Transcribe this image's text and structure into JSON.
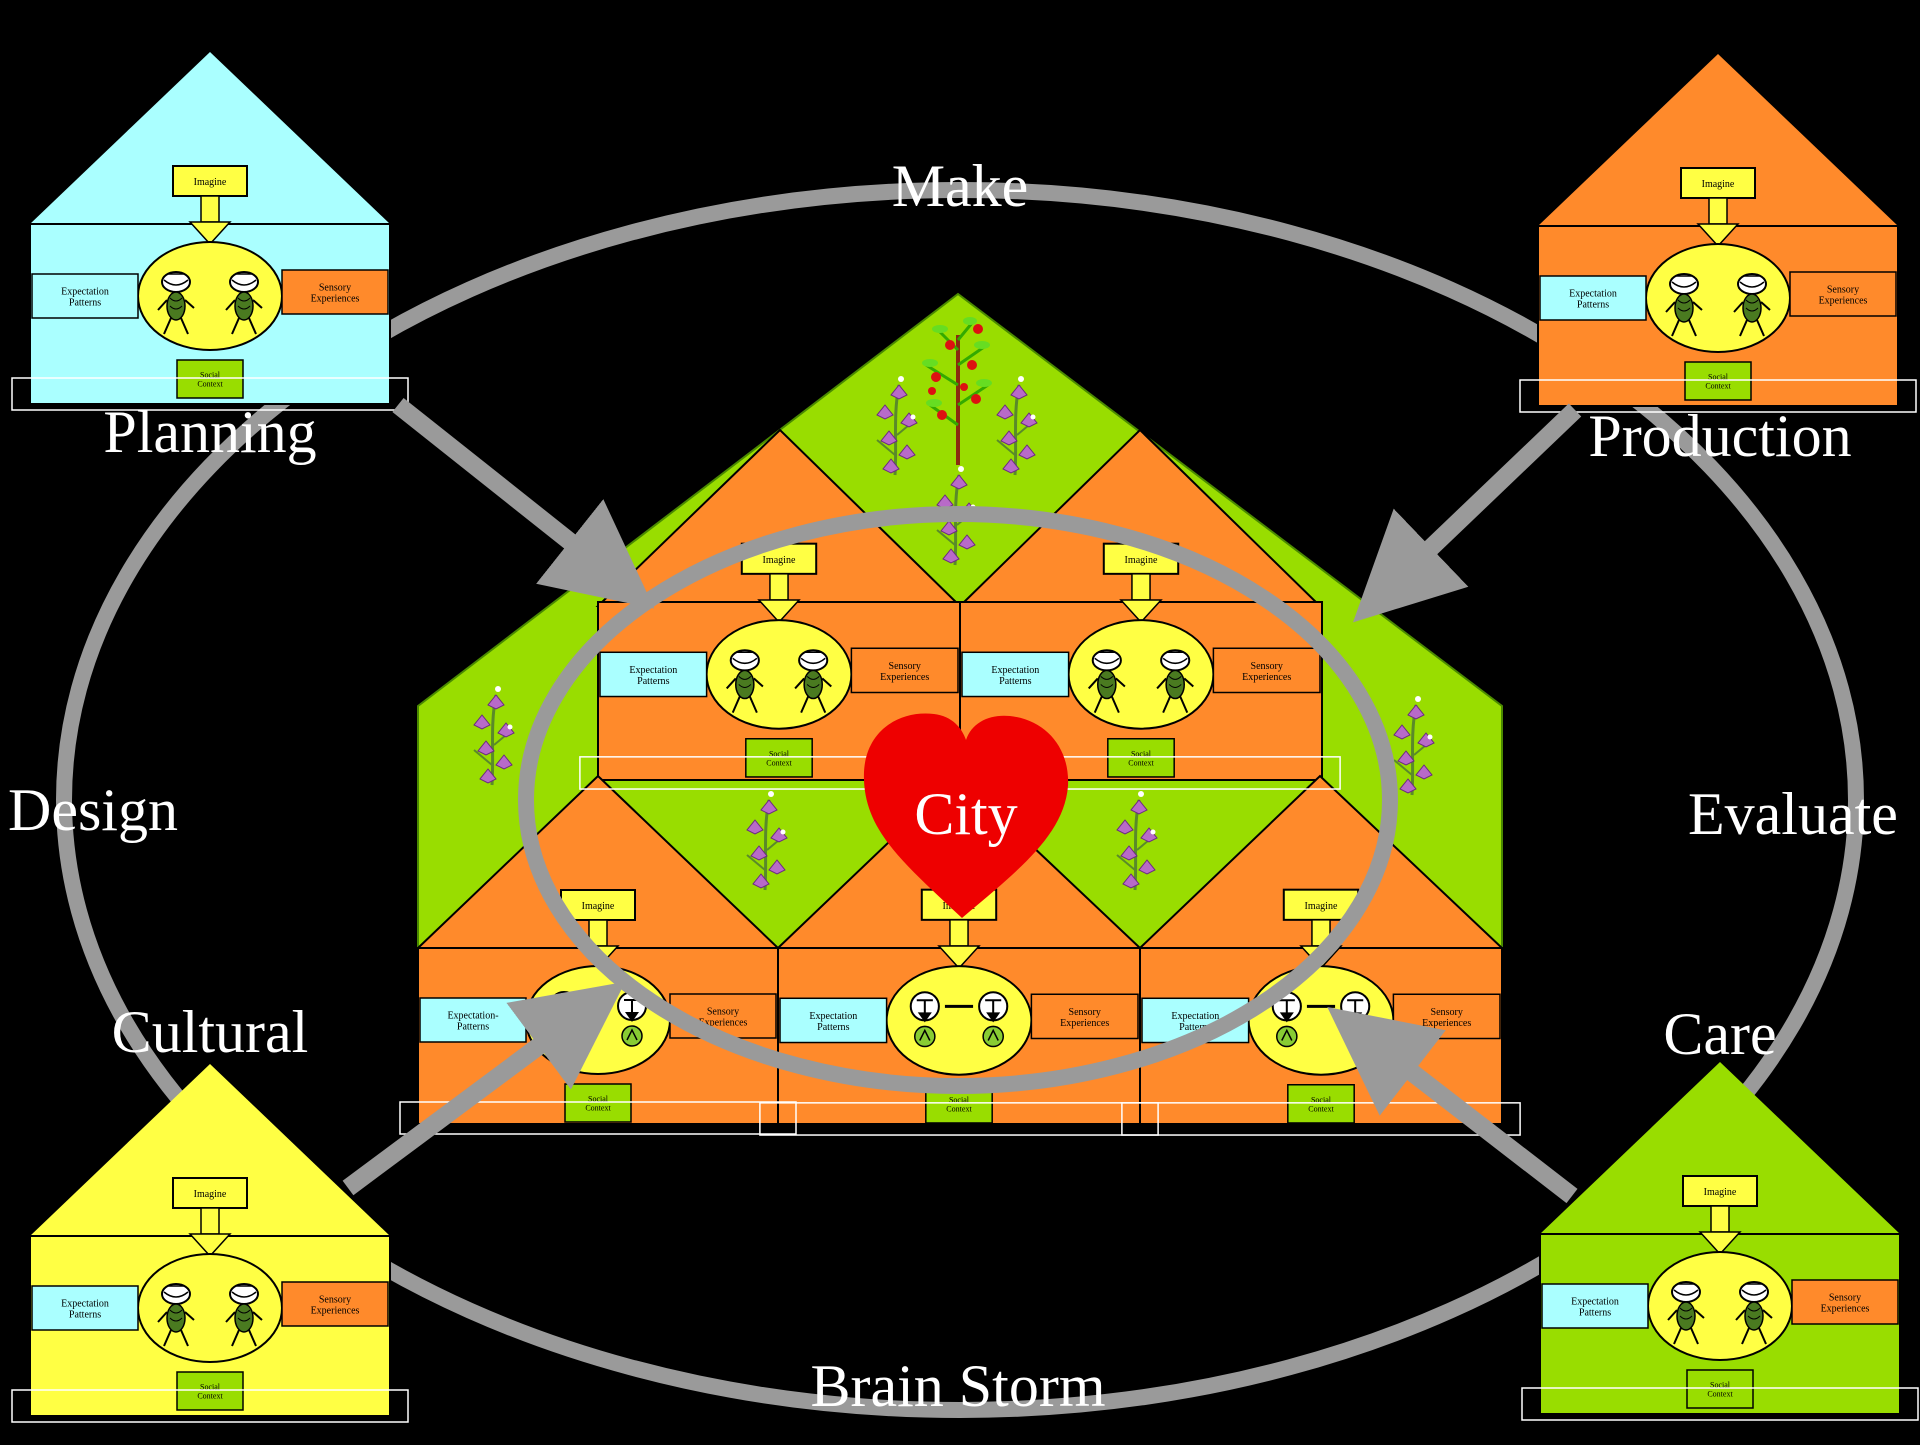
{
  "cycle_labels": {
    "make": "Make",
    "design": "Design",
    "evaluate": "Evaluate",
    "brain_storm": "Brain Storm",
    "planning": "Planning",
    "production": "Production",
    "cultural": "Cultural",
    "care": "Care"
  },
  "center": {
    "heart_label": "City"
  },
  "house_box_labels": {
    "imagine": "Imagine",
    "expectation": [
      "Expectation",
      "Patterns"
    ],
    "expectation_hyphen": [
      "Expectation-",
      "Patterns"
    ],
    "sensory": [
      "Sensory",
      "Experiences"
    ],
    "social": [
      "Social",
      "Context"
    ]
  },
  "colors": {
    "background": "#000000",
    "ring": "#9a9a9a",
    "cyan": "#aaffff",
    "orange": "#ff8a2b",
    "yellow": "#ffff44",
    "green": "#99dd00",
    "heart": "#ee0000"
  },
  "icons": [
    "person-pair-icon",
    "tree-icon",
    "flower-icon",
    "arrow-icon"
  ]
}
